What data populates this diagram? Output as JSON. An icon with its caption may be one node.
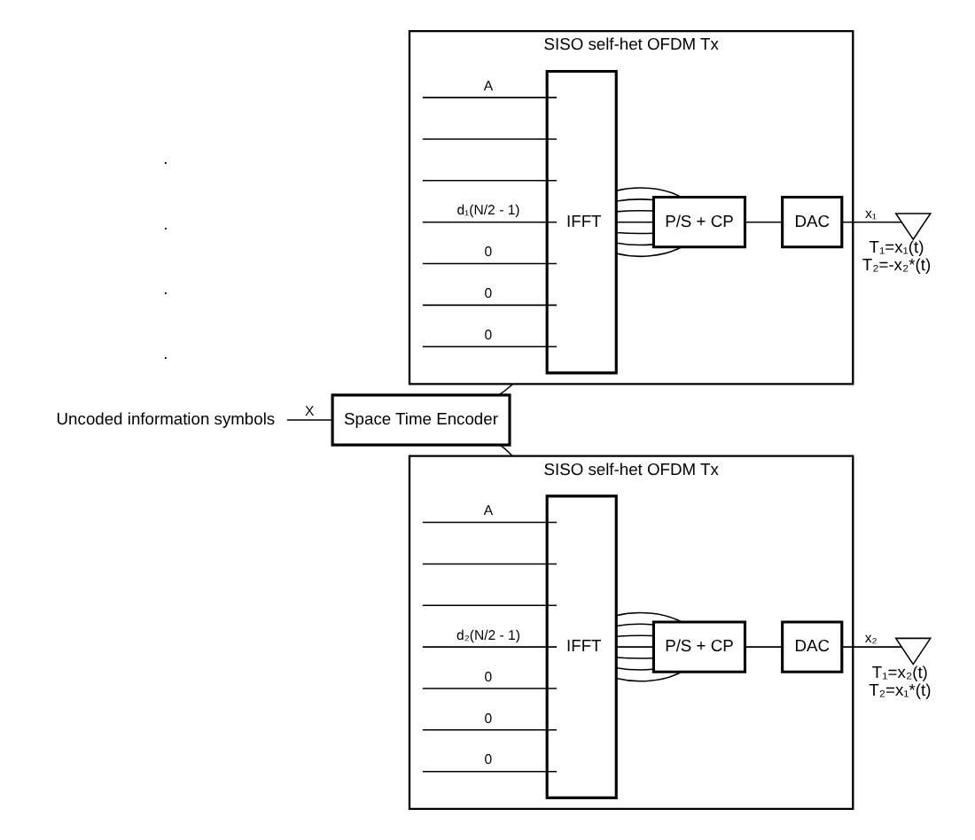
{
  "diagram": {
    "nodes": [
      {
        "text": [
          "Uncoded information symbols"
        ]
      },
      {
        "text": [
          "Space Time Encoder"
        ]
      },
      {
        "text": [
          "SISO self-het OFDM Tx"
        ]
      },
      {
        "text": [
          "IFFT"
        ],
        "in": 2
      },
      {
        "text": [
          "P/S + CP"
        ],
        "in": 2
      },
      {
        "text": [
          "DAC"
        ],
        "in": 2
      },
      {
        "text": [],
        "shape": "antenna",
        "beside": [
          "T₁=x₁(t)",
          "T₂=-x₂*(t)"
        ]
      },
      {
        "text": [
          "SISO self-het OFDM Tx"
        ]
      },
      {
        "text": [
          "IFFT"
        ],
        "in": 7
      },
      {
        "text": [
          "P/S + CP"
        ],
        "in": 7
      },
      {
        "text": [
          "DAC"
        ],
        "in": 7
      },
      {
        "text": [],
        "shape": "antenna",
        "beside": [
          "T₁=x₂(t)",
          "T₂=x₁*(t)"
        ]
      }
    ],
    "edges": [
      {
        "from": 0,
        "to": 1,
        "arrow": "none",
        "label": "X"
      },
      {
        "from": 1,
        "to": 2,
        "arrow": "none"
      },
      {
        "from": 1,
        "to": 7,
        "arrow": "none"
      },
      {
        "from": null,
        "to": 3,
        "arrow": "none",
        "label": "A"
      },
      {
        "from": null,
        "to": 3,
        "arrow": "none"
      },
      {
        "from": null,
        "to": 3,
        "arrow": "none"
      },
      {
        "from": null,
        "to": 3,
        "arrow": "none",
        "label": "d₁(N/2 - 1)"
      },
      {
        "from": null,
        "to": 3,
        "arrow": "none",
        "label": "0"
      },
      {
        "from": null,
        "to": 3,
        "arrow": "none",
        "label": "0"
      },
      {
        "from": null,
        "to": 3,
        "arrow": "none",
        "label": "0"
      },
      {
        "from": 3,
        "to": 4,
        "arrow": "none"
      },
      {
        "from": 3,
        "to": 4,
        "arrow": "none"
      },
      {
        "from": 3,
        "to": 4,
        "arrow": "none"
      },
      {
        "from": 3,
        "to": 4,
        "arrow": "none"
      },
      {
        "from": 3,
        "to": 4,
        "arrow": "none"
      },
      {
        "from": 3,
        "to": 4,
        "arrow": "none"
      },
      {
        "from": 3,
        "to": 4,
        "arrow": "none"
      },
      {
        "from": 4,
        "to": 5,
        "arrow": "none"
      },
      {
        "from": 5,
        "to": 6,
        "arrow": "none",
        "label": "x₁"
      },
      {
        "from": null,
        "to": 8,
        "arrow": "none",
        "label": "A"
      },
      {
        "from": null,
        "to": 8,
        "arrow": "none"
      },
      {
        "from": null,
        "to": 8,
        "arrow": "none"
      },
      {
        "from": null,
        "to": 8,
        "arrow": "none",
        "label": "d₂(N/2 - 1)"
      },
      {
        "from": null,
        "to": 8,
        "arrow": "none",
        "label": "0"
      },
      {
        "from": null,
        "to": 8,
        "arrow": "none",
        "label": "0"
      },
      {
        "from": null,
        "to": 8,
        "arrow": "none",
        "label": "0"
      },
      {
        "from": 8,
        "to": 9,
        "arrow": "none"
      },
      {
        "from": 8,
        "to": 9,
        "arrow": "none"
      },
      {
        "from": 8,
        "to": 9,
        "arrow": "none"
      },
      {
        "from": 8,
        "to": 9,
        "arrow": "none"
      },
      {
        "from": 8,
        "to": 9,
        "arrow": "none"
      },
      {
        "from": 8,
        "to": 9,
        "arrow": "none"
      },
      {
        "from": 8,
        "to": 9,
        "arrow": "none"
      },
      {
        "from": 9,
        "to": 10,
        "arrow": "none"
      },
      {
        "from": 10,
        "to": 11,
        "arrow": "none",
        "label": "x₂"
      }
    ],
    "labels": [
      ".",
      ".",
      ".",
      "."
    ]
  }
}
